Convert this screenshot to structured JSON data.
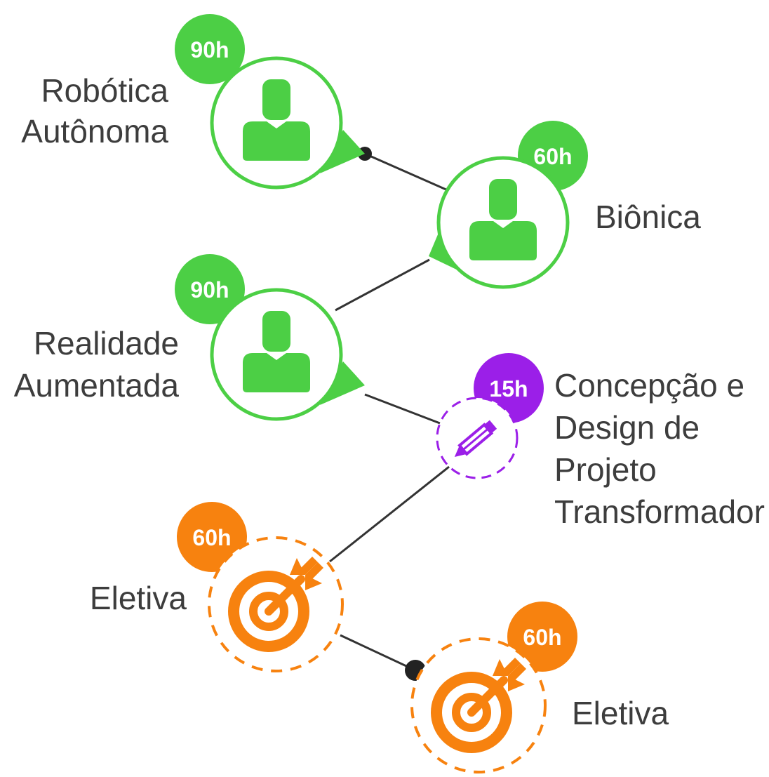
{
  "colors": {
    "green": "#4ccf45",
    "purple": "#9b1fe8",
    "orange": "#f7820f",
    "line": "#333333",
    "text": "#3d3d3d"
  },
  "nodes": [
    {
      "id": "robotica",
      "hours": "90h",
      "label_lines": [
        "Robótica",
        "Autônoma"
      ],
      "icon": "person-icon",
      "color": "green"
    },
    {
      "id": "bionica",
      "hours": "60h",
      "label_lines": [
        "Biônica"
      ],
      "icon": "person-icon",
      "color": "green"
    },
    {
      "id": "realidade",
      "hours": "90h",
      "label_lines": [
        "Realidade",
        "Aumentada"
      ],
      "icon": "person-icon",
      "color": "green"
    },
    {
      "id": "concepcao",
      "hours": "15h",
      "label_lines": [
        "Concepção e",
        "Design de",
        "Projeto",
        "Transformador"
      ],
      "icon": "pencil-icon",
      "color": "purple"
    },
    {
      "id": "eletiva1",
      "hours": "60h",
      "label_lines": [
        "Eletiva"
      ],
      "icon": "target-icon",
      "color": "orange"
    },
    {
      "id": "eletiva2",
      "hours": "60h",
      "label_lines": [
        "Eletiva"
      ],
      "icon": "target-icon",
      "color": "orange"
    }
  ]
}
